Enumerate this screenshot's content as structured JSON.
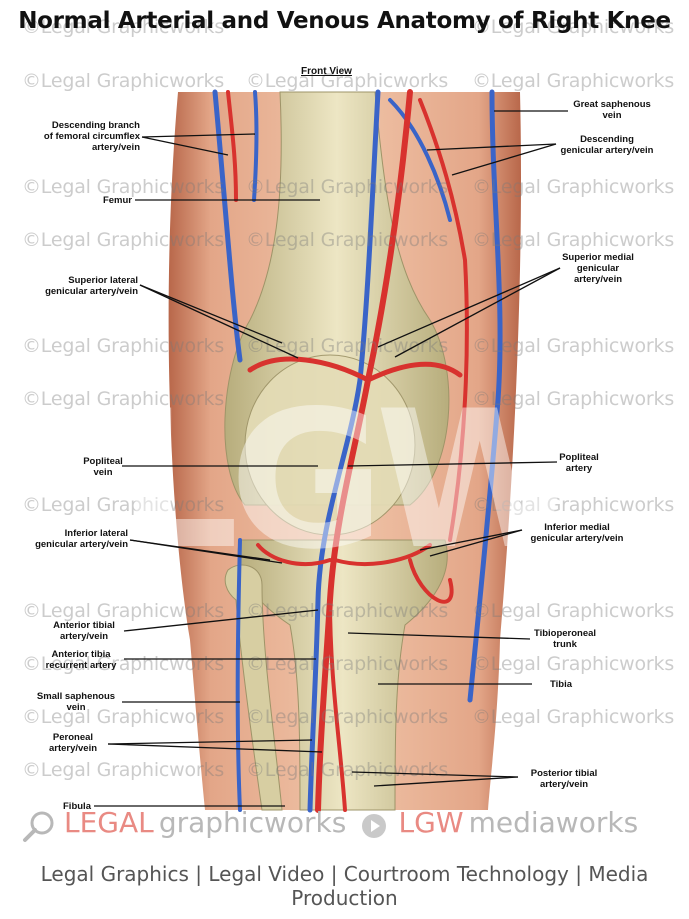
{
  "title": "Normal Arterial and Venous Anatomy of Right Knee",
  "subtitle": "Front View",
  "watermark_text": "©Legal Graphicworks",
  "logo_letters": "LGW",
  "labels": {
    "descending_branch": "Descending branch\nof femoral circumflex\nartery/vein",
    "femur": "Femur",
    "superior_lateral": "Superior lateral\ngenicular artery/vein",
    "popliteal_vein": "Popliteal\nvein",
    "inferior_lateral": "Inferior lateral\ngenicular artery/vein",
    "anterior_tibial": "Anterior tibial\nartery/vein",
    "anterior_tibia_recurrent": "Anterior tibia\nrecurrent artery",
    "small_saphenous": "Small saphenous\nvein",
    "peroneal": "Peroneal\nartery/vein",
    "fibula": "Fibula",
    "great_saphenous": "Great saphenous\nvein",
    "descending_genicular": "Descending\ngenicular artery/vein",
    "superior_medial": "Superior medial\ngenicular\nartery/vein",
    "popliteal_artery": "Popliteal\nartery",
    "inferior_medial": "Inferior medial\ngenicular artery/vein",
    "tibioperoneal": "Tibioperoneal\ntrunk",
    "tibia": "Tibia",
    "posterior_tibial": "Posterior tibial\nartery/vein"
  },
  "brand": {
    "legal": "LEGAL",
    "graphicworks": "graphicworks",
    "lgw": "LGW",
    "mediaworks": "mediaworks"
  },
  "footer": "Legal Graphics | Legal Video | Courtroom Technology | Media Production",
  "colors": {
    "artery": "#d8322e",
    "vein": "#3a64c8",
    "bone": "#ddd7b2",
    "skin": "#d9987a",
    "brand_accent": "#e98a83"
  }
}
